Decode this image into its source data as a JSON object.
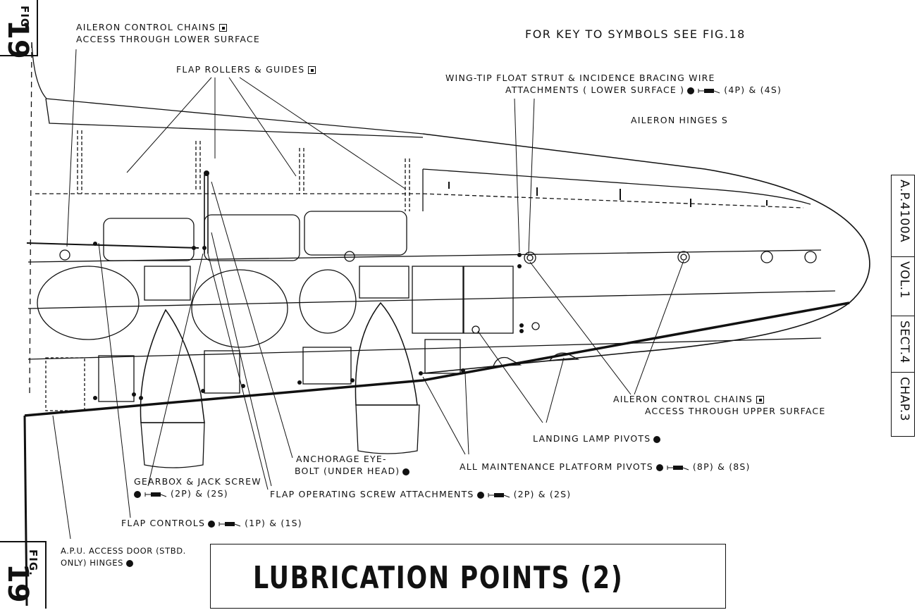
{
  "fig_label": {
    "word": "FIG.",
    "number": "19"
  },
  "header": "FOR KEY TO SYMBOLS SEE FIG.18",
  "side_ref": [
    "A.P.4100A",
    "VOL.1",
    "SECT.4",
    "CHAP.3"
  ],
  "title": "LUBRICATION POINTS (2)",
  "labels": {
    "aileron_chains_lower_1": "AILERON CONTROL CHAINS",
    "aileron_chains_lower_2": "ACCESS THROUGH LOWER SURFACE",
    "flap_rollers": "FLAP ROLLERS & GUIDES",
    "float_strut_1": "WING-TIP FLOAT STRUT & INCIDENCE BRACING WIRE",
    "float_strut_2": "ATTACHMENTS ( LOWER SURFACE )",
    "float_strut_qty": "(4P) & (4S)",
    "aileron_hinges": "AILERON HINGES S",
    "aileron_chains_upper_1": "AILERON CONTROL CHAINS",
    "aileron_chains_upper_2": "ACCESS THROUGH UPPER SURFACE",
    "landing_lamp": "LANDING LAMP PIVOTS",
    "anchorage_1": "ANCHORAGE EYE-",
    "anchorage_2": "BOLT (UNDER HEAD)",
    "maintenance": "ALL MAINTENANCE PLATFORM PIVOTS",
    "maintenance_qty": "(8P) & (8S)",
    "gearbox_1": "GEARBOX & JACK SCREW",
    "gearbox_qty": "(2P) & (2S)",
    "flap_screw": "FLAP OPERATING SCREW ATTACHMENTS",
    "flap_screw_qty": "(2P) & (2S)",
    "flap_controls": "FLAP CONTROLS",
    "flap_controls_qty": "(1P) & (1S)",
    "apu_1": "A.P.U. ACCESS DOOR (STBD.",
    "apu_2": "ONLY) HINGES"
  },
  "symbols": {
    "grease_gun": "grease-gun-icon",
    "oil_dot": "oil-point-icon",
    "boxed_dot": "access-panel-icon"
  }
}
